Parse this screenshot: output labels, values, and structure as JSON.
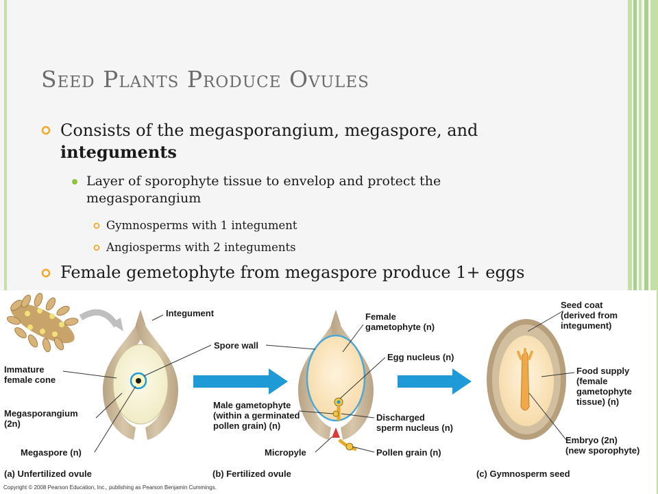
{
  "slide": {
    "title": "Seed Plants Produce Ovules",
    "colors": {
      "accent": "#f5a623",
      "sub_bullet": "#8cc63f",
      "stripe_light": "#c5e0a5",
      "stripe_dark": "#a8d08d",
      "arrow_blue": "#1e9ad6"
    }
  },
  "bullets": {
    "b1_line1": "Consists of the megasporangium, megaspore, and",
    "b1_line2": "integuments",
    "b1_1_line1": "Layer of sporophyte tissue to envelop and protect the",
    "b1_1_line2": "megasporangium",
    "b1_1_1": "Gymnosperms with 1 integument",
    "b1_1_2": "Angiosperms with 2 integuments",
    "b2": "Female gemetophyte from megaspore produce 1+ eggs"
  },
  "figure": {
    "labels": {
      "integument": "Integument",
      "spore_wall": "Spore wall",
      "immature_cone_1": "Immature",
      "immature_cone_2": "female cone",
      "megasporangium_1": "Megasporangium",
      "megasporangium_2": "(2n)",
      "megaspore": "Megaspore (n)",
      "female_gam_1": "Female",
      "female_gam_2": "gametophyte (n)",
      "egg_nucleus": "Egg nucleus (n)",
      "male_gam_1": "Male gametophyte",
      "male_gam_2": "(within a germinated",
      "male_gam_3": "pollen grain) (n)",
      "discharged_1": "Discharged",
      "discharged_2": "sperm nucleus (n)",
      "micropyle": "Micropyle",
      "pollen_grain": "Pollen grain (n)",
      "seed_coat_1": "Seed coat",
      "seed_coat_2": "(derived from",
      "seed_coat_3": "integument)",
      "food_1": "Food supply",
      "food_2": "(female",
      "food_3": "gametophyte",
      "food_4": "tissue) (n)",
      "embryo_1": "Embryo (2n)",
      "embryo_2": "(new sporophyte)"
    },
    "captions": {
      "a": "(a) Unfertilized ovule",
      "b": "(b) Fertilized ovule",
      "c": "(c) Gymnosperm seed"
    },
    "copyright": "Copyright © 2008 Pearson Education, Inc., publishing as Pearson Benjamin Cummings."
  }
}
